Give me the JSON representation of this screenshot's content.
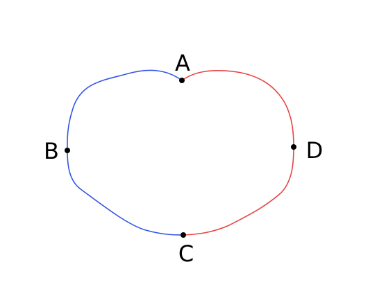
{
  "points": {
    "a": {
      "label": "A"
    },
    "b": {
      "label": "B"
    },
    "c": {
      "label": "C"
    },
    "d": {
      "label": "D"
    }
  },
  "colors": {
    "left_arc": "#3355e6",
    "right_arc": "#e64545",
    "point": "#000000"
  }
}
